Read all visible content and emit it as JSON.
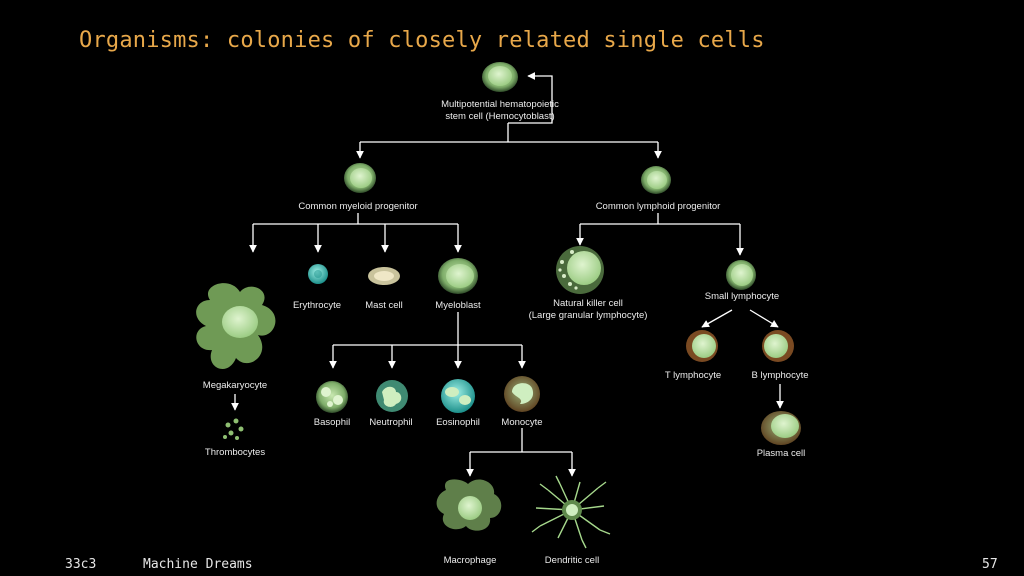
{
  "slide": {
    "title": "Organisms: colonies of closely related single cells",
    "footer_left": "33c3",
    "footer_center": "Machine Dreams",
    "page_number": "57"
  },
  "colors": {
    "title": "#e8a84a",
    "cell_fill": "#b8e0a0",
    "cell_dark": "#2e4a28",
    "arrow": "#ffffff",
    "label": "#ececec",
    "background": "#000000"
  },
  "cells": {
    "hemocytoblast": {
      "line1": "Multipotential hematopoietic",
      "line2": "stem cell (Hemocytoblast)"
    },
    "myeloid": {
      "line1": "Common myeloid progenitor"
    },
    "lymphoid": {
      "line1": "Common lymphoid progenitor"
    },
    "megakaryocyte": {
      "line1": "Megakaryocyte"
    },
    "thrombocytes": {
      "line1": "Thrombocytes"
    },
    "erythrocyte": {
      "line1": "Erythrocyte"
    },
    "mast": {
      "line1": "Mast cell"
    },
    "myeloblast": {
      "line1": "Myeloblast"
    },
    "basophil": {
      "line1": "Basophil"
    },
    "neutrophil": {
      "line1": "Neutrophil"
    },
    "eosinophil": {
      "line1": "Eosinophil"
    },
    "monocyte": {
      "line1": "Monocyte"
    },
    "macrophage": {
      "line1": "Macrophage"
    },
    "dendritic": {
      "line1": "Dendritic cell"
    },
    "nk": {
      "line1": "Natural killer cell",
      "line2": "(Large granular lymphocyte)"
    },
    "small_lymph": {
      "line1": "Small lymphocyte"
    },
    "t_lymph": {
      "line1": "T lymphocyte"
    },
    "b_lymph": {
      "line1": "B lymphocyte"
    },
    "plasma": {
      "line1": "Plasma cell"
    }
  }
}
